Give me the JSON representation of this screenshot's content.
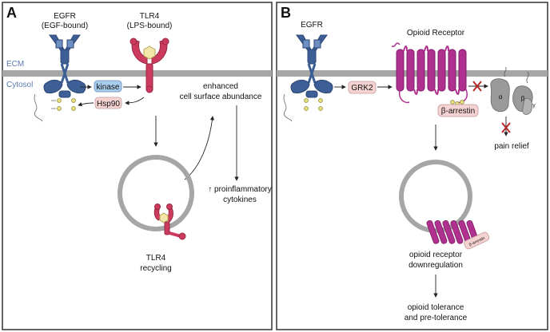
{
  "panel_a": {
    "letter": "A",
    "membrane_outside": "ECM",
    "membrane_inside": "Cytosol",
    "egfr": {
      "name": "EGFR",
      "state": "(EGF-bound)"
    },
    "tlr4": {
      "name": "TLR4",
      "state": "(LPS-bound)"
    },
    "kinase": "kinase",
    "hsp90": "Hsp90",
    "enhanced_line1": "enhanced",
    "enhanced_line2": "cell surface abundance",
    "cytokines_line1": "↑ proinflammatory",
    "cytokines_line2": "cytokines",
    "recycling_line1": "TLR4",
    "recycling_line2": "recycling"
  },
  "panel_b": {
    "letter": "B",
    "egfr": "EGFR",
    "receptor": "Opioid Receptor",
    "grk2": "GRK2",
    "arrestin": "β-arrestin",
    "arrestin_small": "β-arrestin",
    "galpha": "α",
    "gbeta": "β",
    "ggamma": "γ",
    "pain_relief": "pain relief",
    "downreg_line1": "opioid receptor",
    "downreg_line2": "downregulation",
    "tolerance_line1": "opioid tolerance",
    "tolerance_line2": "and pre-tolerance"
  },
  "colors": {
    "egfr": "#3d5f95",
    "tlr4": "#cc3a5e",
    "opioid": "#b0308f",
    "membrane": "#a6a6a6",
    "kinase_box": "#a9ccee",
    "hsp90_box": "#f6d3d3",
    "phosphate": "#e6de7a",
    "inhibit": "#b52a2a",
    "gprotein": "#9a9a9a"
  }
}
